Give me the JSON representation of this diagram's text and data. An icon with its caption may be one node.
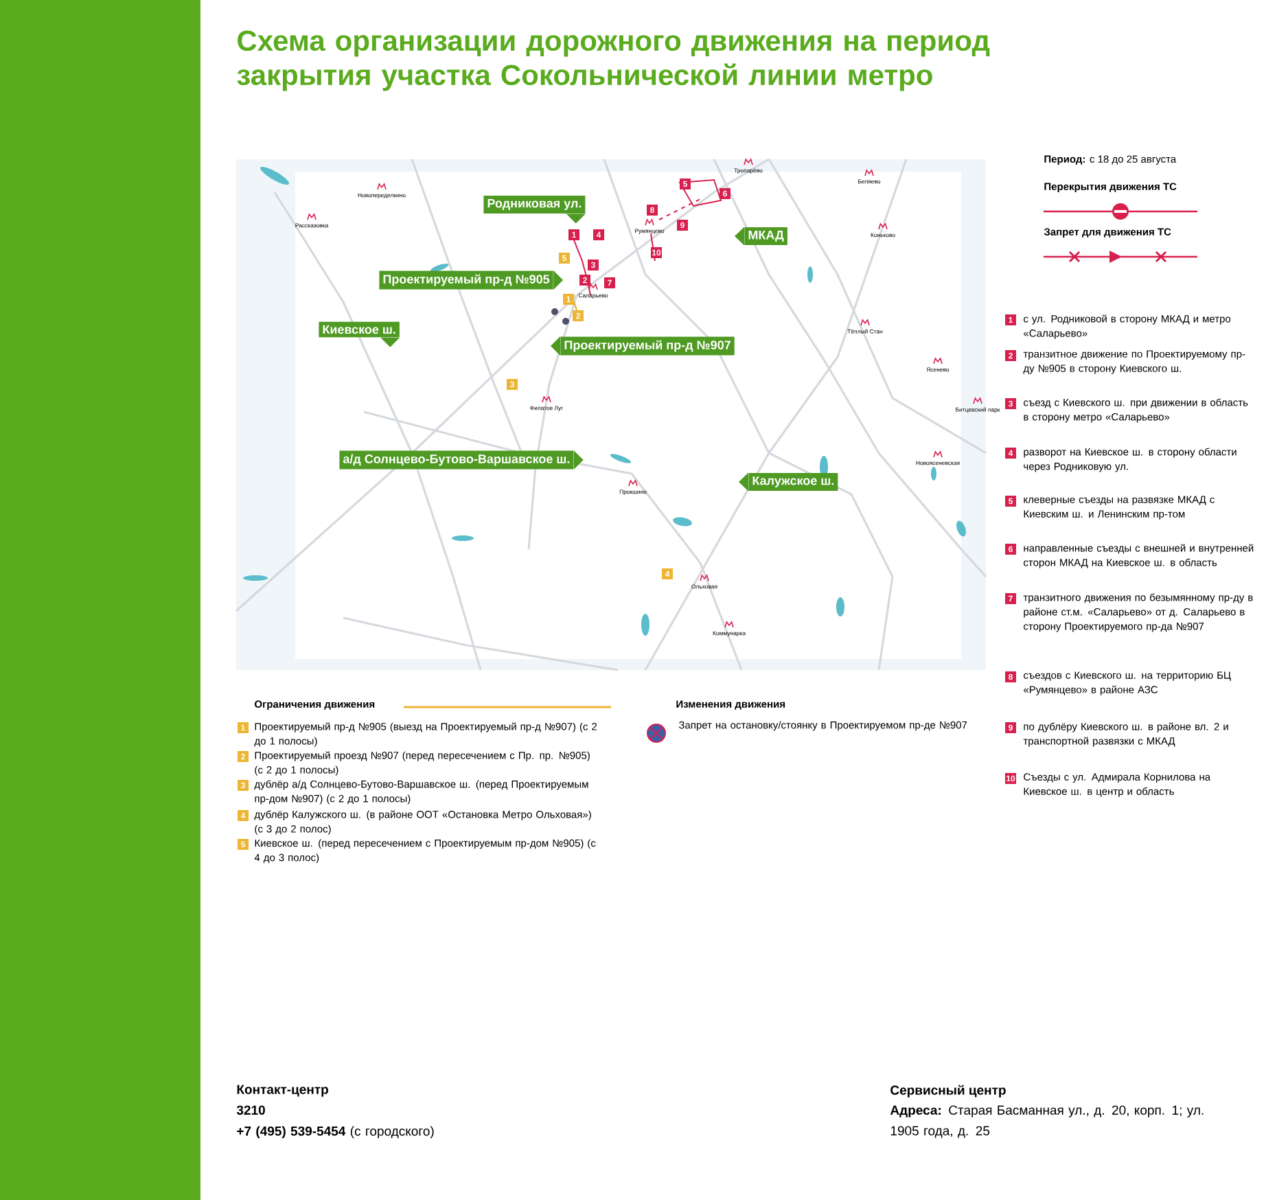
{
  "diagram": {
    "title": "Схема организации дорожного движения на период закрытия участка Сокольнической линии метро",
    "nodes": [
      {
        "text": [
          "Родниковая ул."
        ]
      },
      {
        "text": [
          "Проектируемый пр-д №905"
        ]
      },
      {
        "text": [
          "МКАД"
        ]
      },
      {
        "text": [
          "Киевское ш."
        ]
      },
      {
        "text": [
          "Проектируемый пр-д №907"
        ]
      },
      {
        "text": [
          "а/д Солнцево-Бутово-Варшавское ш."
        ]
      },
      {
        "text": [
          "Калужское ш."
        ]
      }
    ],
    "labels": [
      "**Период:** с 18 до 25 августа",
      "5",
      "6",
      "8",
      "9",
      "1",
      "4",
      "10",
      "3",
      "2",
      "7",
      "5",
      "1",
      "2",
      "3",
      "4",
      "Тропарёво",
      "Новопеределкино",
      "Рассказовка",
      "Румянцево",
      "Саларьево",
      "Филатов Луг",
      "Прокшино",
      "Ольховая",
      "Коммунарка",
      "Беляево",
      "Коньково",
      "Тёплый Стан",
      "Ясенево",
      "Битцевский парк",
      "Новоясеневская",
      "1",
      "с ул. Родниковой в сторону МКАД и метро «Саларьево»",
      "2",
      "транзитное движение по Проектируемому пр-ду №905 в сторону Киевского ш.",
      "3",
      "съезд с Киевского ш. при движении в область в сторону метро «Саларьево»",
      "4",
      "разворот на Киевское ш. в сторону области через Родниковую ул.",
      "5",
      "клеверные съезды на развязке МКАД с Киевским ш. и Ленинским пр-том",
      "6",
      "направленные съезды с внешней и внутренней сторон МКАД на Киевское ш. в область",
      "7",
      "транзитного движения по безымянному пр-ду в районе ст.м. «Саларьево» от д. Саларьево в сторону Проектируемого пр-да №907",
      "8",
      "съездов с Киевского ш. на территорию БЦ «Румянцево» в районе АЗС",
      "9",
      "по дублёру Киевского ш. в районе вл. 2 и транспортной развязки с МКАД",
      "10",
      "Съезды с ул. Адмирала Корнилова на Киевское ш. в центр и область",
      "1",
      "Проектируемый пр-д №905 (выезд на Проектируемый пр-д №907) (с 2 до 1 полосы)",
      "2",
      "Проектируемый проезд №907 (перед пересечением с Пр. пр. №905) (с 2 до 1 полосы)",
      "3",
      "дублёр а/д Солнцево-Бутово-Варшавское ш. (перед Проектируемым пр-дом №907) (с 2 до 1 полосы)",
      "4",
      "дублёр Калужского ш. (в районе ООТ «Остановка Метро Ольховая») (с 3 до 2 полос)",
      "5",
      "Киевское ш. (перед пересечением с Проектируемым пр-дом №905) (с 4 до 3 полос)",
      "Изменения движения",
      "Контакт-центр",
      "3210",
      "**+7 (495) 539-5454** (с городского)",
      "Сервисный центр",
      "**Адреса:** Старая Басманная ул., д. 20, корп. 1; ул. 1905 года, д. 25"
    ],
    "legend": [
      {
        "text": "Перекрытия движения ТС"
      },
      {
        "text": "Запрет для движения ТС"
      },
      {
        "text": "Ограничения движения"
      },
      {
        "text": "Запрет на остановку/стоянку в Проектируемом пр-де №907"
      }
    ]
  }
}
